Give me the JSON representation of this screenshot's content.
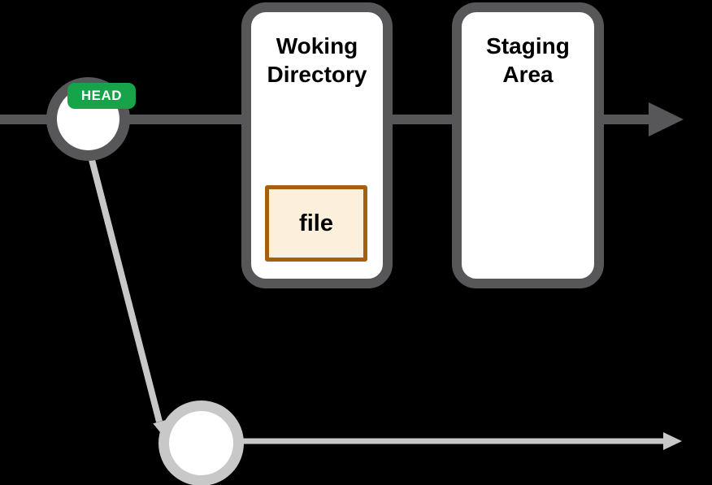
{
  "head_badge": {
    "label": "HEAD",
    "color": "#17a349",
    "text_color": "#ffffff"
  },
  "boxes": {
    "working_directory": {
      "label": "Woking\nDirectory"
    },
    "staging_area": {
      "label": "Staging\nArea"
    }
  },
  "file_box": {
    "label": "file",
    "fill": "#fcefdc",
    "border_color": "#a4600e"
  },
  "lines": {
    "main_flow_color": "#57575a",
    "branch_flow_color": "#c8c8c8"
  },
  "nodes": {
    "head_commit_border": "#57575a",
    "branch_commit_border": "#c8c8c8"
  },
  "background_color": "#000000"
}
